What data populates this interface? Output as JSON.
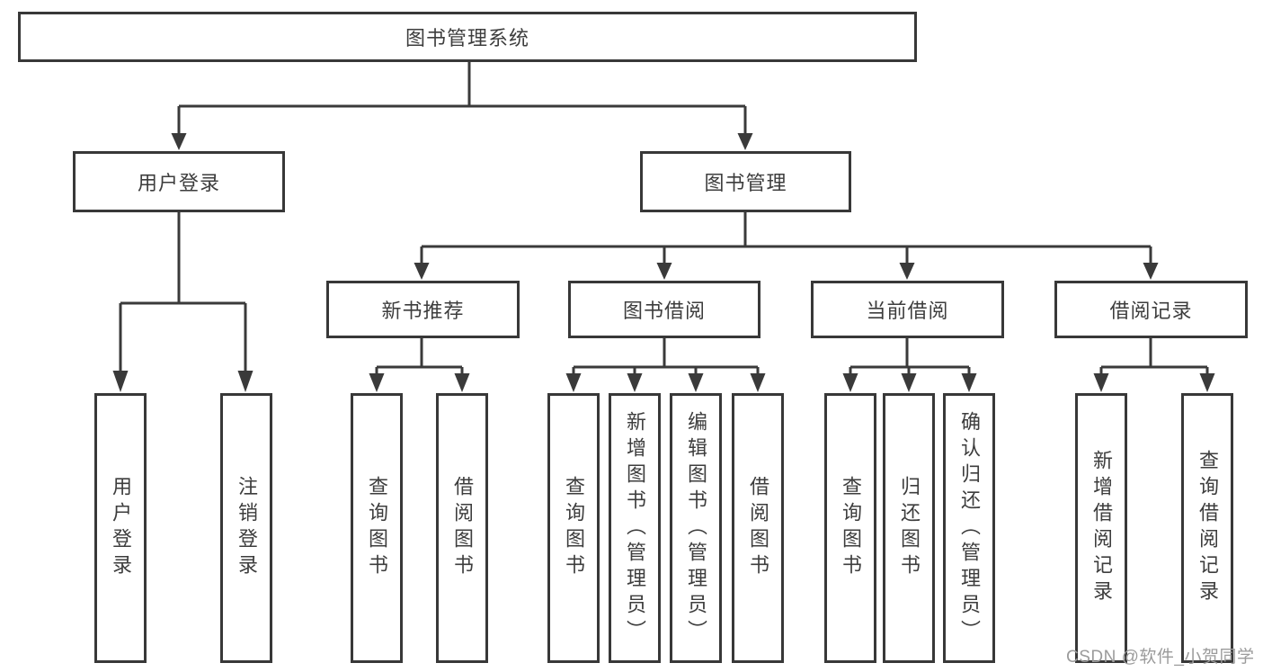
{
  "diagram": {
    "root": {
      "label": "图书管理系统"
    },
    "level2": [
      {
        "label": "用户登录"
      },
      {
        "label": "图书管理"
      }
    ],
    "level3": [
      {
        "label": "新书推荐"
      },
      {
        "label": "图书借阅"
      },
      {
        "label": "当前借阅"
      },
      {
        "label": "借阅记录"
      }
    ],
    "leaves": {
      "login": [
        {
          "label": "用户登录"
        },
        {
          "label": "注销登录"
        }
      ],
      "newbook": [
        {
          "label": "查询图书"
        },
        {
          "label": "借阅图书"
        }
      ],
      "borrow": [
        {
          "label": "查询图书"
        },
        {
          "label": "新增图书（管理员）"
        },
        {
          "label": "编辑图书（管理员）"
        },
        {
          "label": "借阅图书"
        }
      ],
      "current": [
        {
          "label": "查询图书"
        },
        {
          "label": "归还图书"
        },
        {
          "label": "确认归还（管理员）"
        }
      ],
      "records": [
        {
          "label": "新增借阅记录"
        },
        {
          "label": "查询借阅记录"
        }
      ]
    }
  },
  "watermark": {
    "text": "CSDN @软件_小贺同学"
  },
  "colors": {
    "line": "#3a3a3a",
    "box_border": "#383838",
    "text": "#3d3d3d",
    "background": "#ffffff",
    "watermark": "#9b9b9b"
  }
}
